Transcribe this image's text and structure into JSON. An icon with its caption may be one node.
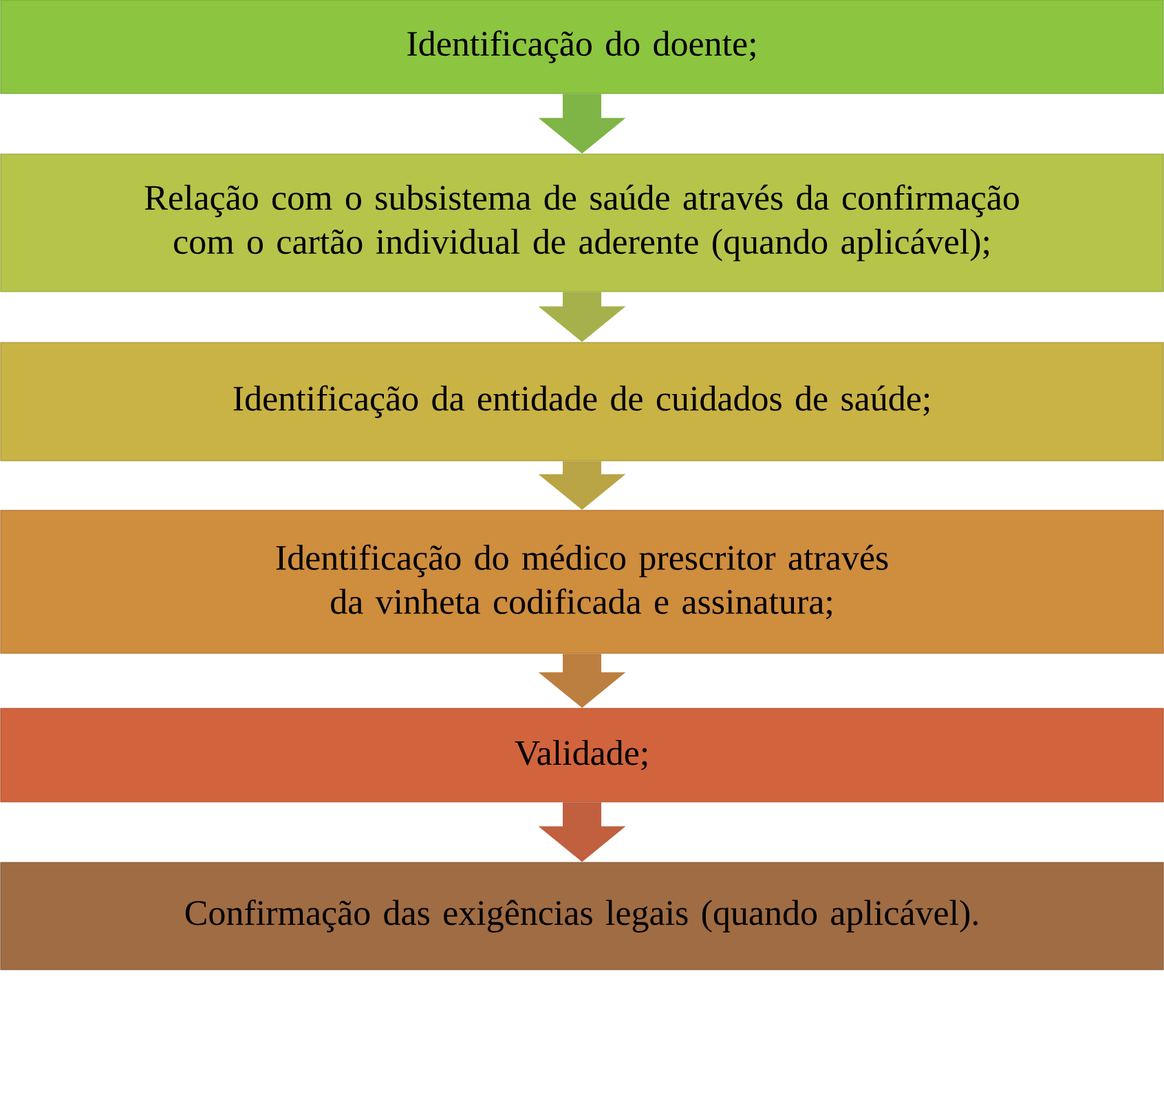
{
  "diagram": {
    "nodes": [
      {
        "text": [
          "Identificação do doente;"
        ]
      },
      {
        "text": [
          "Relação com o subsistema de saúde através da confirmação com o cartão individual de aderente (quando aplicável);"
        ]
      },
      {
        "text": [
          "Identificação da entidade de cuidados de saúde;"
        ]
      },
      {
        "text": [
          "Identificação do médico prescritor através da vinheta codificada e assinatura;"
        ]
      },
      {
        "text": [
          "Validade;"
        ]
      },
      {
        "text": [
          "Confirmação das exigências legais  (quando aplicável)."
        ]
      }
    ],
    "edges": [
      {
        "from": 0,
        "to": 1,
        "arrow": "to"
      },
      {
        "from": 1,
        "to": 2,
        "arrow": "to"
      },
      {
        "from": 2,
        "to": 3,
        "arrow": "to"
      },
      {
        "from": 3,
        "to": 4,
        "arrow": "to"
      },
      {
        "from": 4,
        "to": 5,
        "arrow": "to"
      }
    ]
  }
}
